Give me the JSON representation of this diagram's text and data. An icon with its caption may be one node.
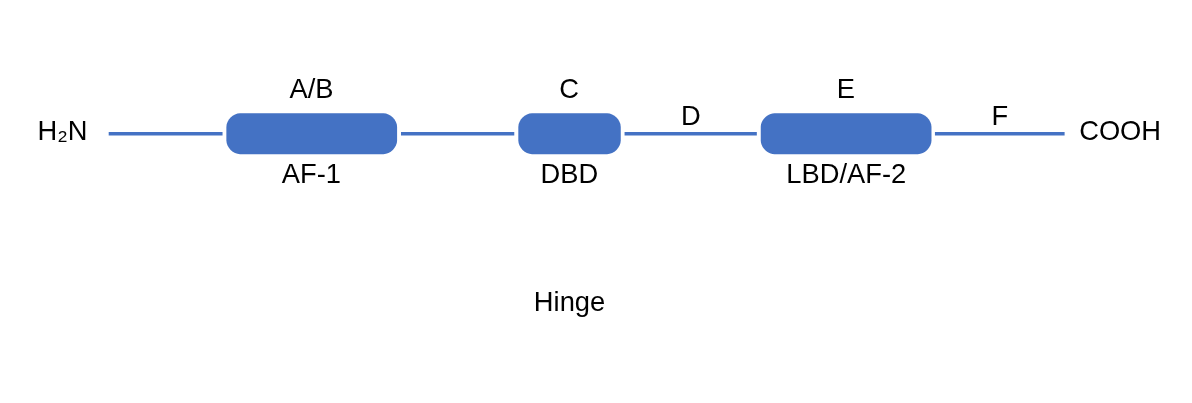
{
  "diagram": {
    "nodes": [
      {
        "text": [
          "H₂N"
        ]
      },
      {
        "text": [
          "A/B",
          "AF-1"
        ]
      },
      {
        "text": [
          "C",
          "DBD"
        ]
      },
      {
        "text": [
          "E",
          "LBD/AF-2"
        ]
      },
      {
        "text": [
          "COOH"
        ]
      }
    ],
    "edges": [
      {
        "from": 0,
        "to": 1,
        "arrow": "none"
      },
      {
        "from": 1,
        "to": 2,
        "arrow": "none"
      },
      {
        "from": 2,
        "to": 3,
        "arrow": "none",
        "label": "D"
      },
      {
        "from": 3,
        "to": 4,
        "arrow": "none",
        "label": "F"
      }
    ],
    "labels": [
      "Hinge"
    ]
  }
}
